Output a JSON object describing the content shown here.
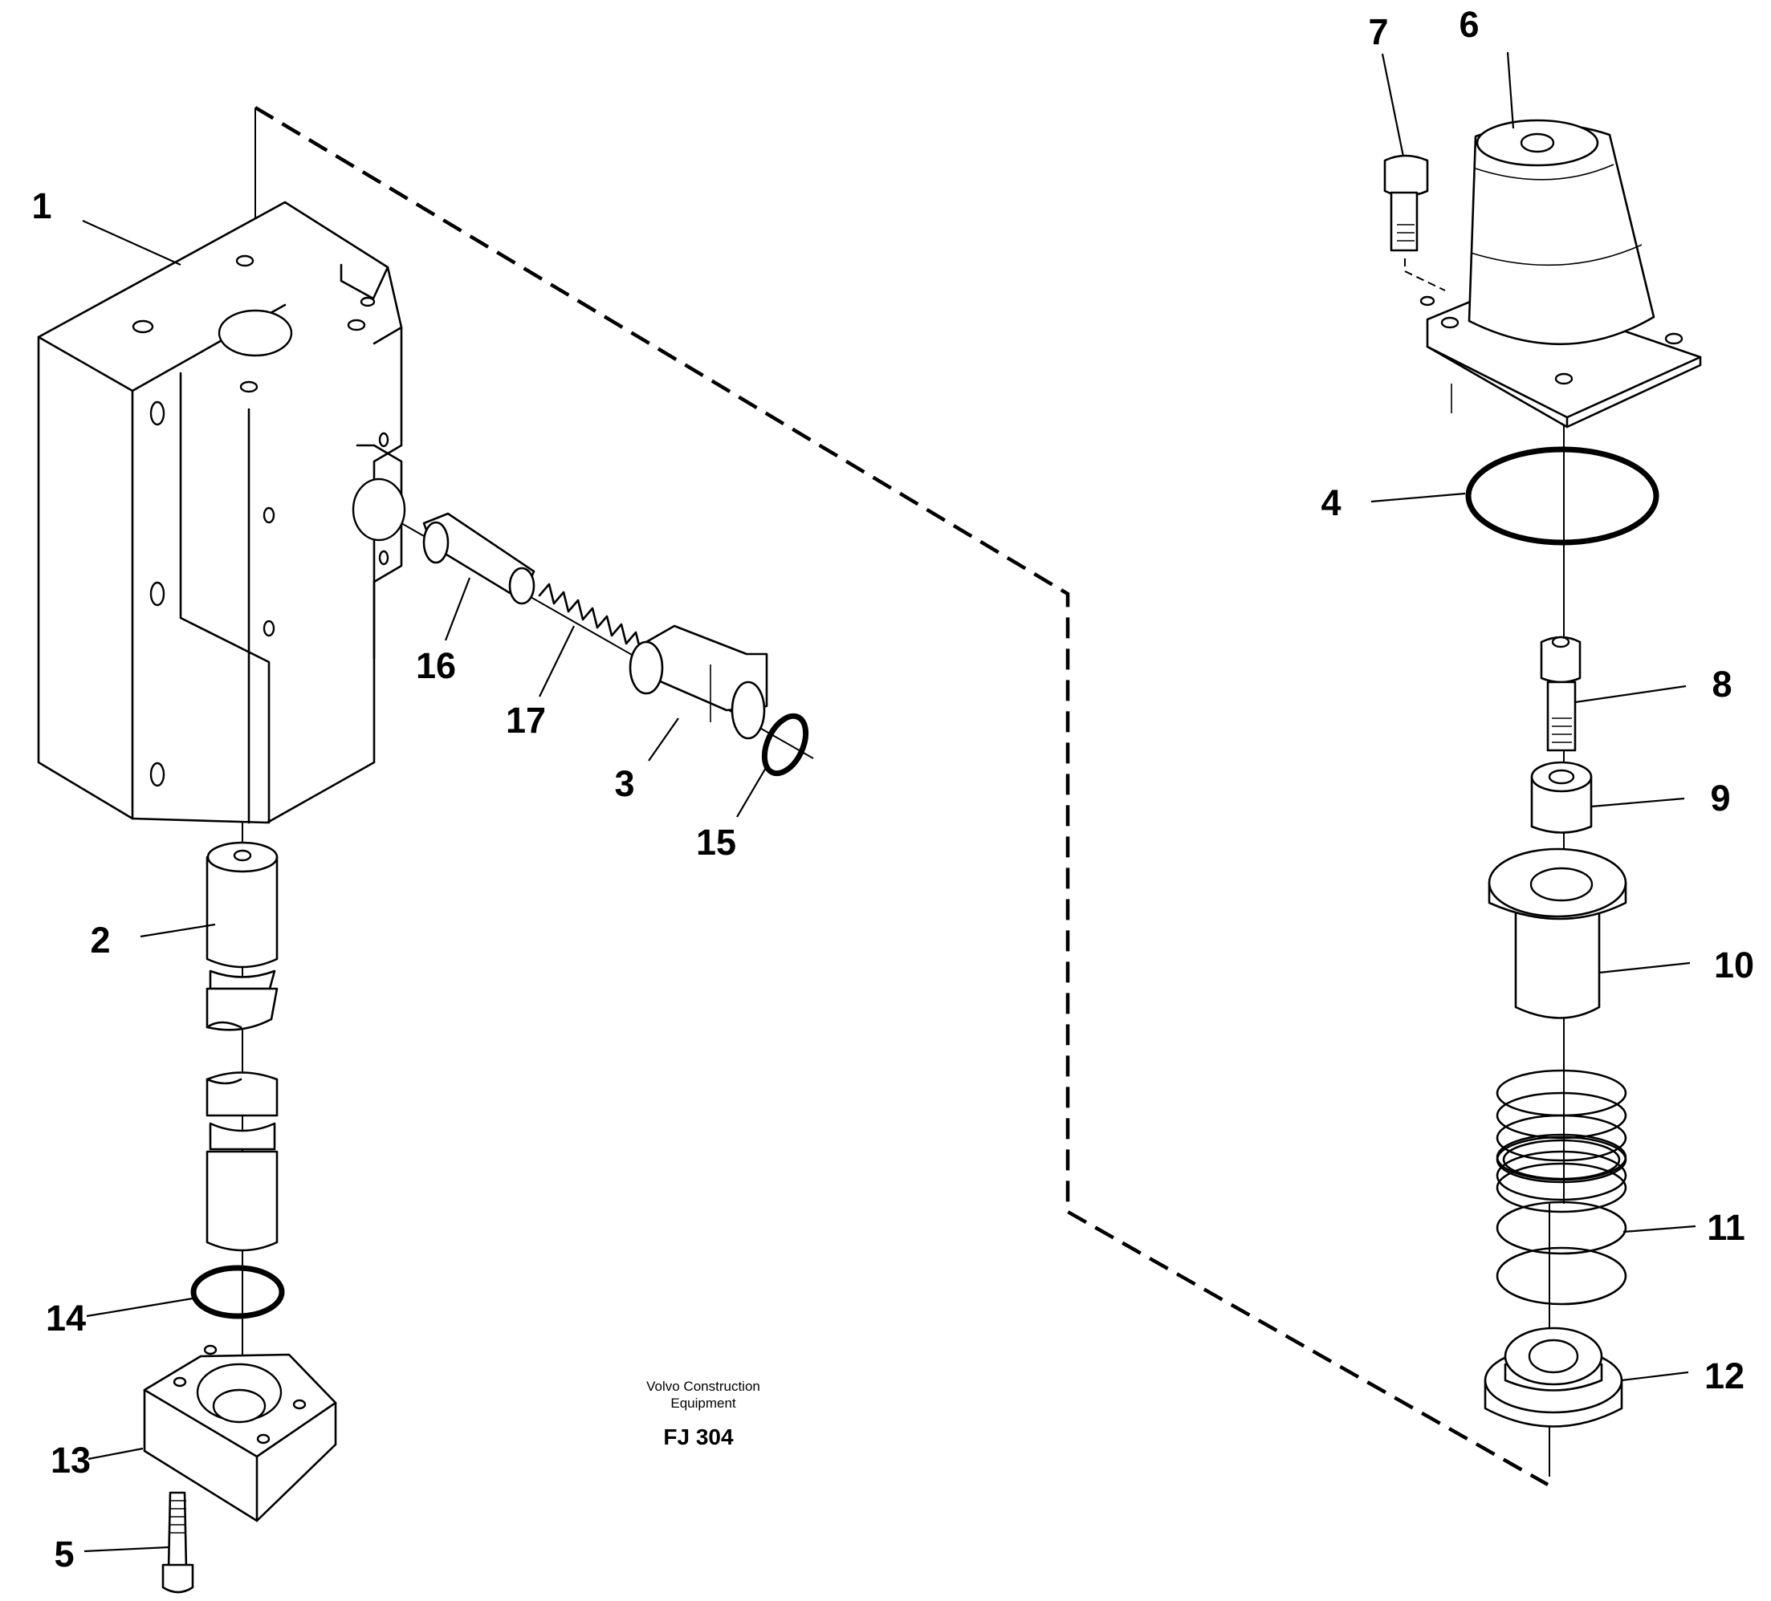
{
  "caption": {
    "maker_line1": "Volvo Construction",
    "maker_line2": "Equipment",
    "code": "FJ 304"
  },
  "callouts": {
    "p1": "1",
    "p2": "2",
    "p3": "3",
    "p4": "4",
    "p5": "5",
    "p6": "6",
    "p7": "7",
    "p8": "8",
    "p9": "9",
    "p10": "10",
    "p11": "11",
    "p12": "12",
    "p13": "13",
    "p14": "14",
    "p15": "15",
    "p16": "16",
    "p17": "17"
  }
}
